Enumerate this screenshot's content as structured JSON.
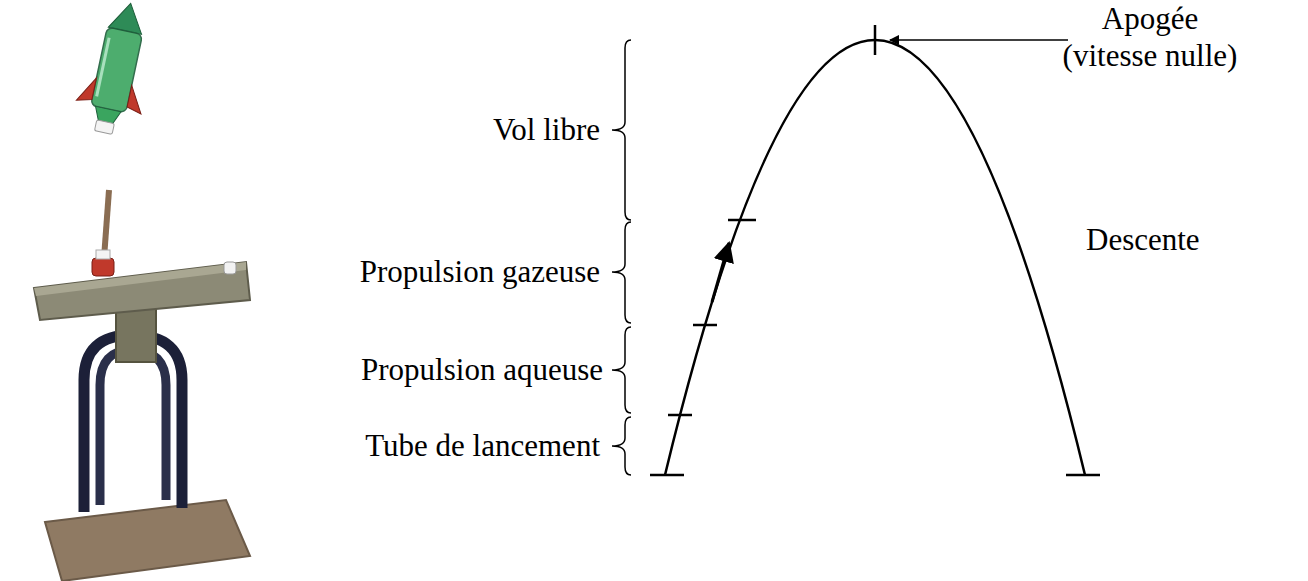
{
  "diagram": {
    "labels": [
      "Vol libre",
      "Propulsion gazeuse",
      "Propulsion aqueuse",
      "Tube de lancement",
      "Apogée (vitesse nulle)",
      "Descente"
    ]
  }
}
